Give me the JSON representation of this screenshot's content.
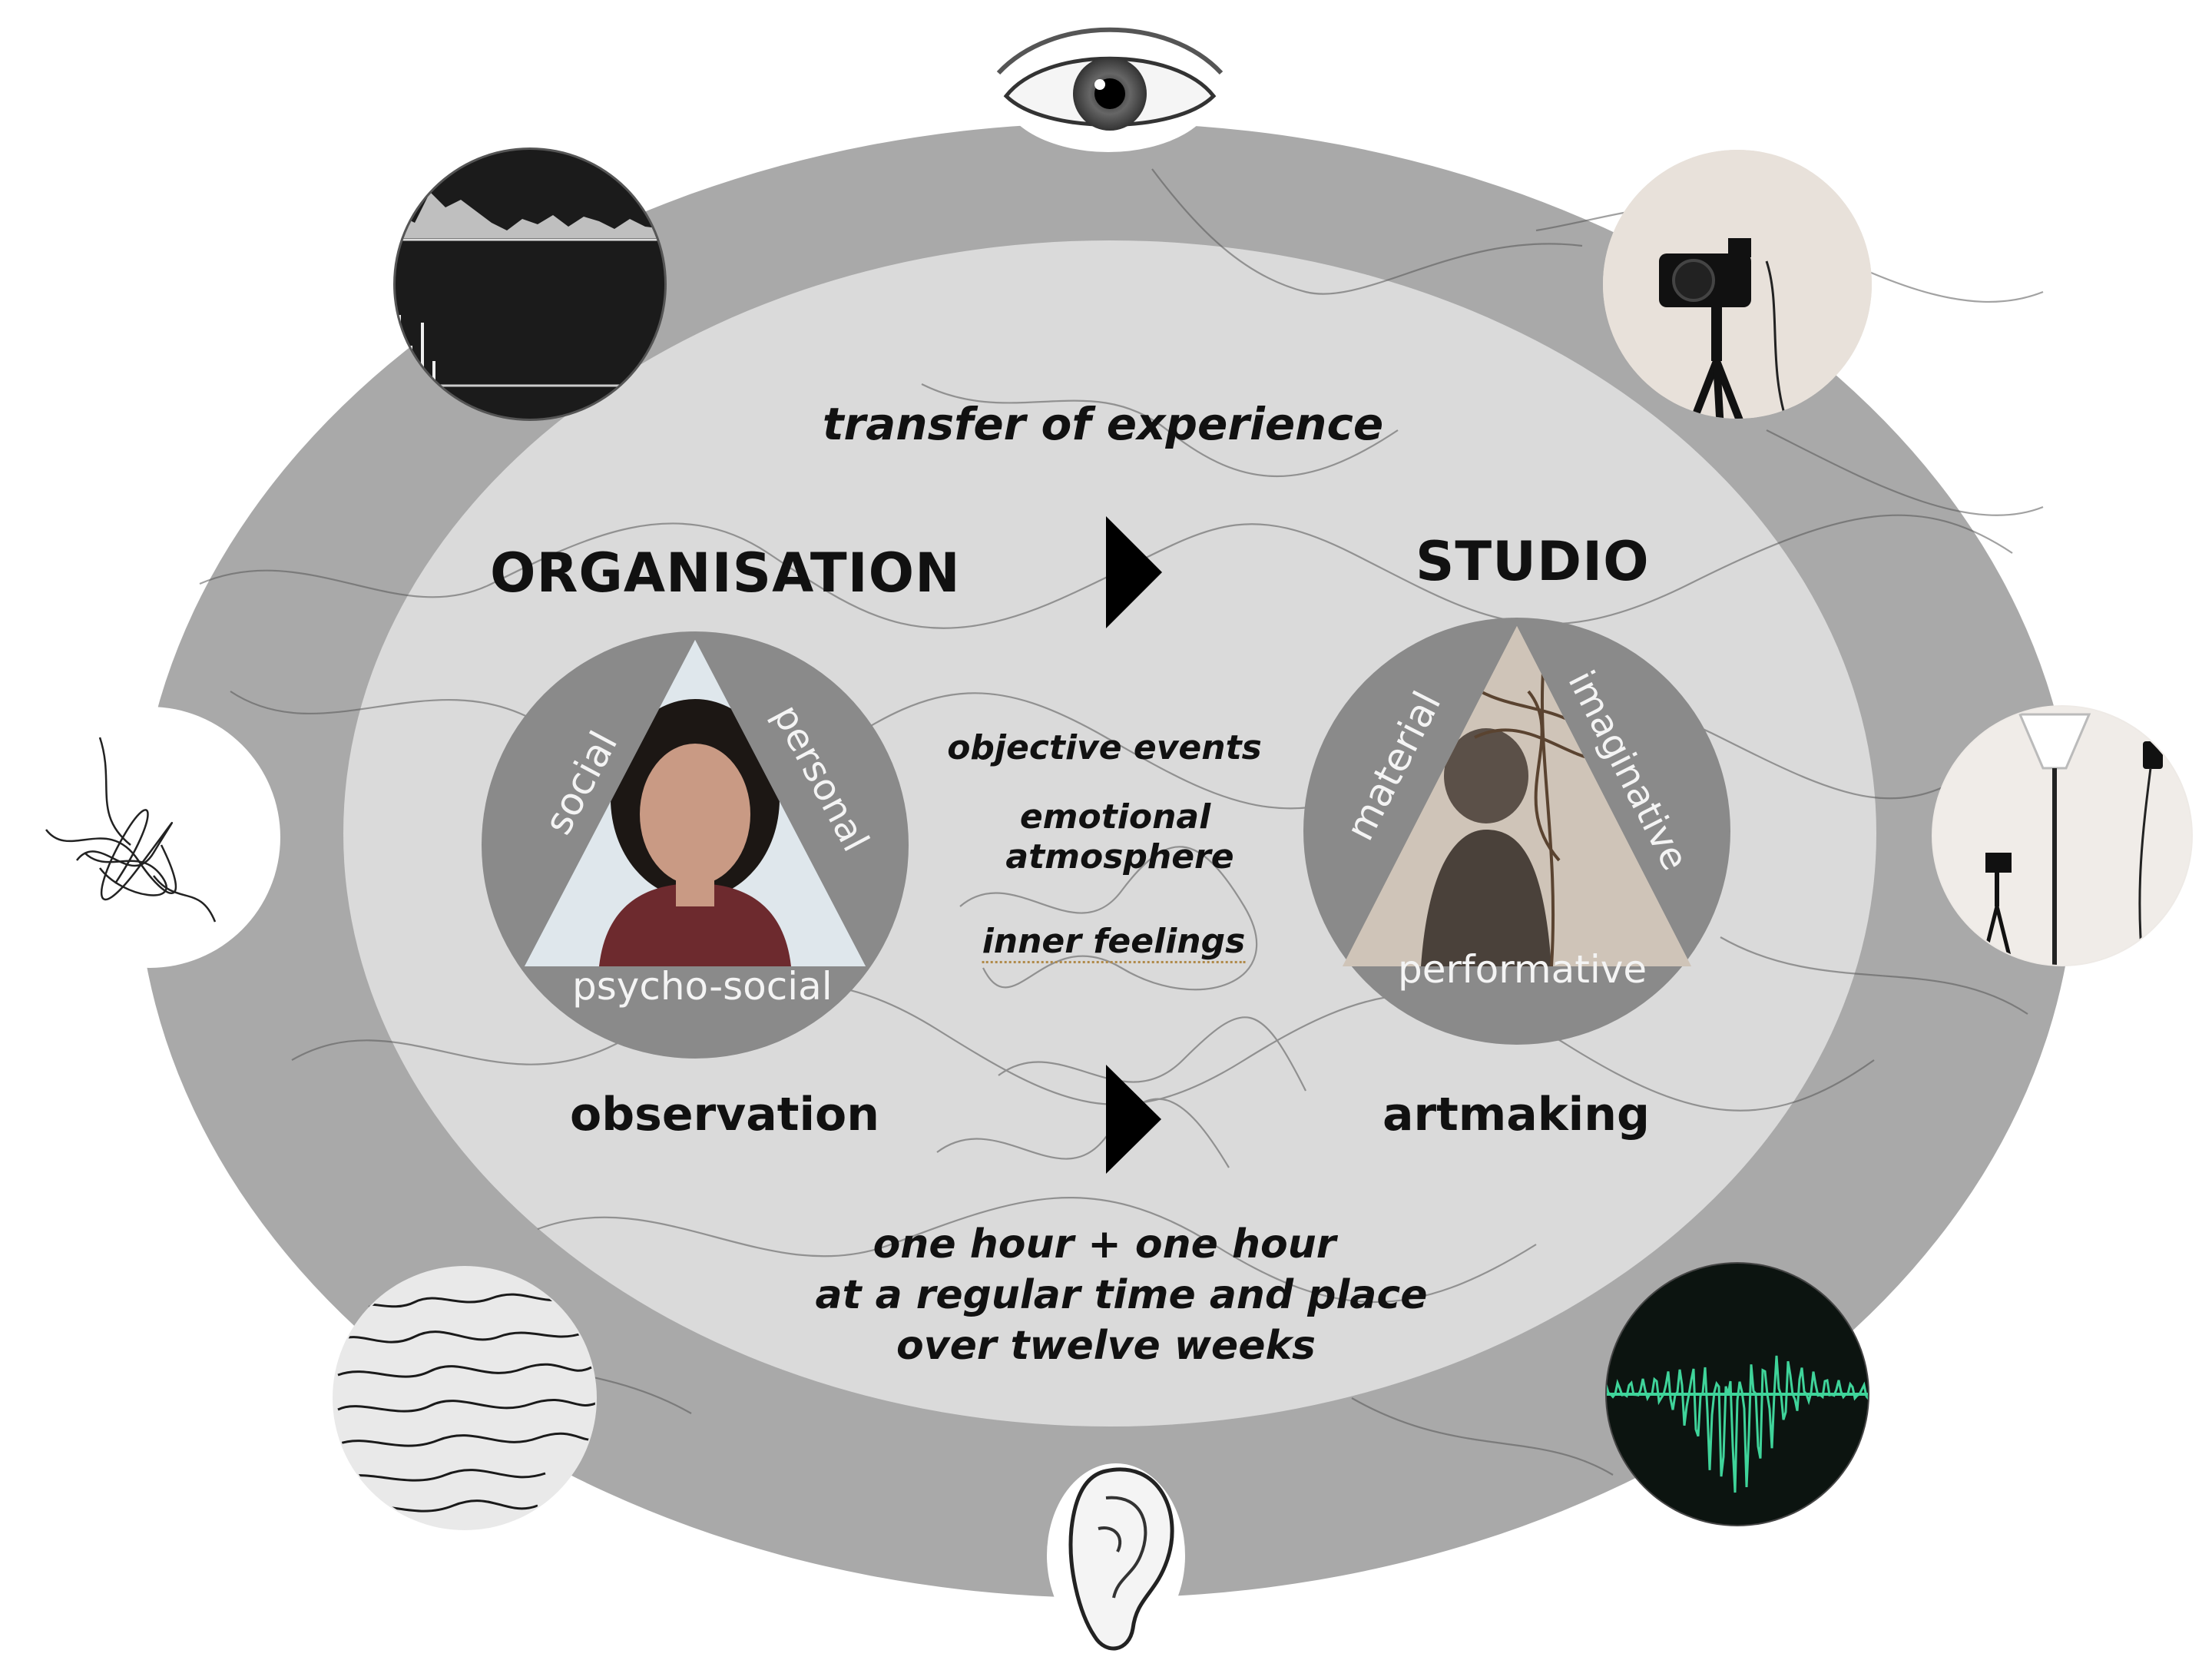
{
  "diagram": {
    "top_label": "transfer of experience",
    "left_heading": "ORGANISATION",
    "right_heading": "STUDIO",
    "left_bottom": "observation",
    "right_bottom": "artmaking",
    "middle_items": [
      "objective events",
      "emotional",
      "atmosphere",
      "inner feelings"
    ],
    "bottom_lines": [
      "one hour + one hour",
      "at a regular time and place",
      "over twelve weeks"
    ],
    "left_triangle": {
      "left_side": "social",
      "right_side": "personal",
      "base": "psycho-social"
    },
    "right_triangle": {
      "left_side": "material",
      "right_side": "imaginative",
      "base": "performative"
    }
  },
  "peripheral_images": [
    "eye-image",
    "audio-graph-image",
    "camera-tripod-image",
    "scribble-drawing-image",
    "lamp-tripod-image",
    "handwritten-notes-image",
    "ear-image",
    "sound-waveform-image"
  ],
  "colors": {
    "outer_ellipse": "#a9a9a9",
    "inner_ellipse": "#dcdcdc",
    "triangle_disc": "#8a8a8a",
    "waveform": "#3fd49a",
    "text": "#111111"
  }
}
